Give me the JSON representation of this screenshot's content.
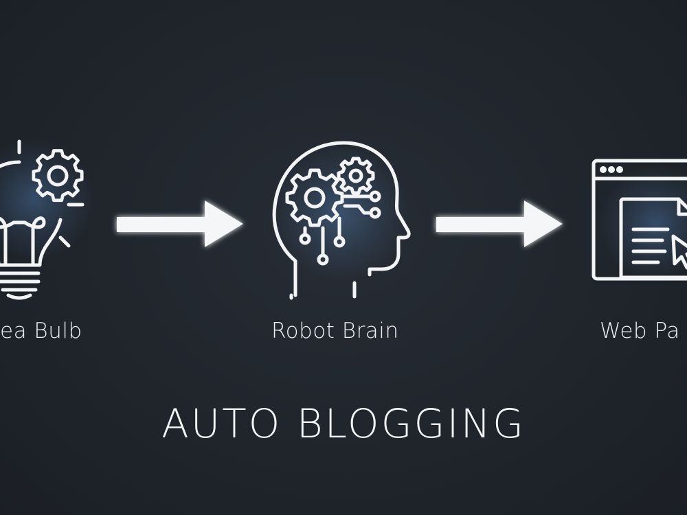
{
  "stages": [
    {
      "label": "ea Bulb",
      "icon": "lightbulb-gear-icon"
    },
    {
      "label": "Robot Brain",
      "icon": "robot-brain-icon"
    },
    {
      "label": "Web Pa",
      "icon": "web-page-icon"
    }
  ],
  "title": "AUTO BLOGGING",
  "colors": {
    "background": "#1f242b",
    "line": "#f2f4f6",
    "accent_glow": "#5f96d7"
  }
}
